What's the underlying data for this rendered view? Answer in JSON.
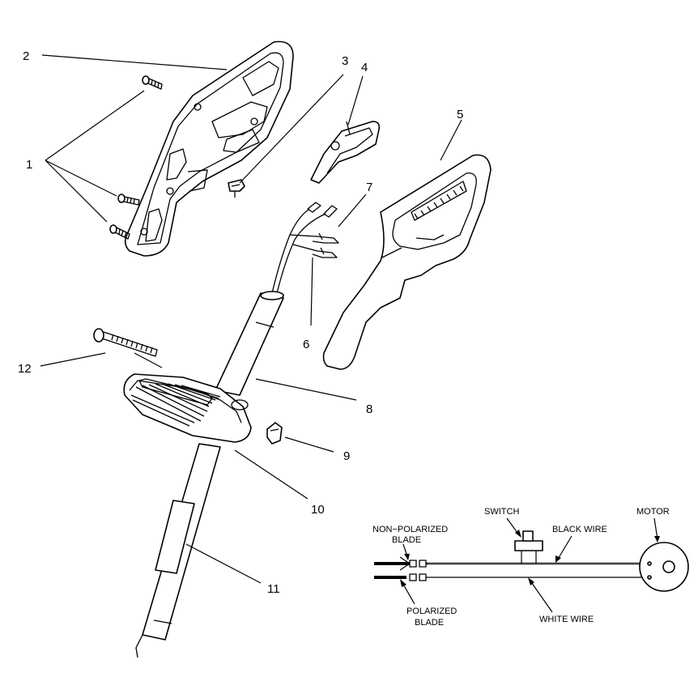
{
  "callouts": {
    "c1": "1",
    "c2": "2",
    "c3": "3",
    "c4": "4",
    "c5": "5",
    "c6": "6",
    "c7": "7",
    "c8": "8",
    "c9": "9",
    "c10": "10",
    "c11": "11",
    "c12": "12"
  },
  "wiring": {
    "non_polarized_line1": "NON−POLARIZED",
    "non_polarized_line2": "BLADE",
    "switch": "SWITCH",
    "black_wire": "BLACK WIRE",
    "motor": "MOTOR",
    "polarized_line1": "POLARIZED",
    "polarized_line2": "BLADE",
    "white_wire": "WHITE WIRE"
  }
}
